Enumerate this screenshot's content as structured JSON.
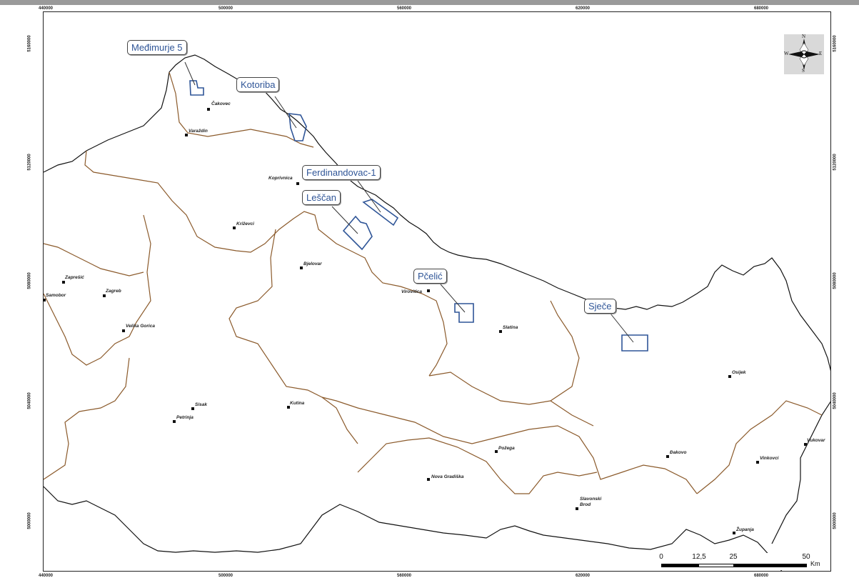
{
  "axes": {
    "x_ticks_top": [
      {
        "label": "440000"
      },
      {
        "label": "500000"
      },
      {
        "label": "560000"
      },
      {
        "label": "620000"
      },
      {
        "label": "680000"
      }
    ],
    "x_ticks_bottom": [
      {
        "label": "440000"
      },
      {
        "label": "500000"
      },
      {
        "label": "560000"
      },
      {
        "label": "620000"
      },
      {
        "label": "680000"
      }
    ],
    "y_ticks_left": [
      {
        "label": "5160000"
      },
      {
        "label": "5120000"
      },
      {
        "label": "5080000"
      },
      {
        "label": "5040000"
      },
      {
        "label": "5000000"
      }
    ],
    "y_ticks_right": [
      {
        "label": "5160000"
      },
      {
        "label": "5120000"
      },
      {
        "label": "5080000"
      },
      {
        "label": "5040000"
      },
      {
        "label": "5000000"
      }
    ]
  },
  "fields": [
    {
      "label": "Međimurje 5"
    },
    {
      "label": "Kotoriba"
    },
    {
      "label": "Ferdinandovac-1"
    },
    {
      "label": "Leščan"
    },
    {
      "label": "Pčelić"
    },
    {
      "label": "Sječe"
    }
  ],
  "cities": [
    {
      "name": "Čakovec"
    },
    {
      "name": "Varaždin"
    },
    {
      "name": "Koprivnica"
    },
    {
      "name": "Križevci"
    },
    {
      "name": "Bjelovar"
    },
    {
      "name": "Zaprešić"
    },
    {
      "name": "Samobor"
    },
    {
      "name": "Zagreb"
    },
    {
      "name": "Velika Gorica"
    },
    {
      "name": "Virovitica"
    },
    {
      "name": "Slatina"
    },
    {
      "name": "Osijek"
    },
    {
      "name": "Sisak"
    },
    {
      "name": "Kutina"
    },
    {
      "name": "Petrinja"
    },
    {
      "name": "Požega"
    },
    {
      "name": "Nova Gradiška"
    },
    {
      "name": "Đakovo"
    },
    {
      "name": "Vinkovci"
    },
    {
      "name": "Vukovar"
    },
    {
      "name": "Slavonski"
    },
    {
      "name": "Brod"
    },
    {
      "name": "Županja"
    }
  ],
  "compass": {
    "n": "N",
    "s": "S",
    "e": "E",
    "w": "W"
  },
  "scale": {
    "labels": [
      "0",
      "12,5",
      "25",
      "50"
    ],
    "unit": "Km"
  },
  "colors": {
    "field_outline": "#2f5597",
    "county_border": "#8b5a2b",
    "state_border": "#111111",
    "label_text": "#2f5597"
  }
}
